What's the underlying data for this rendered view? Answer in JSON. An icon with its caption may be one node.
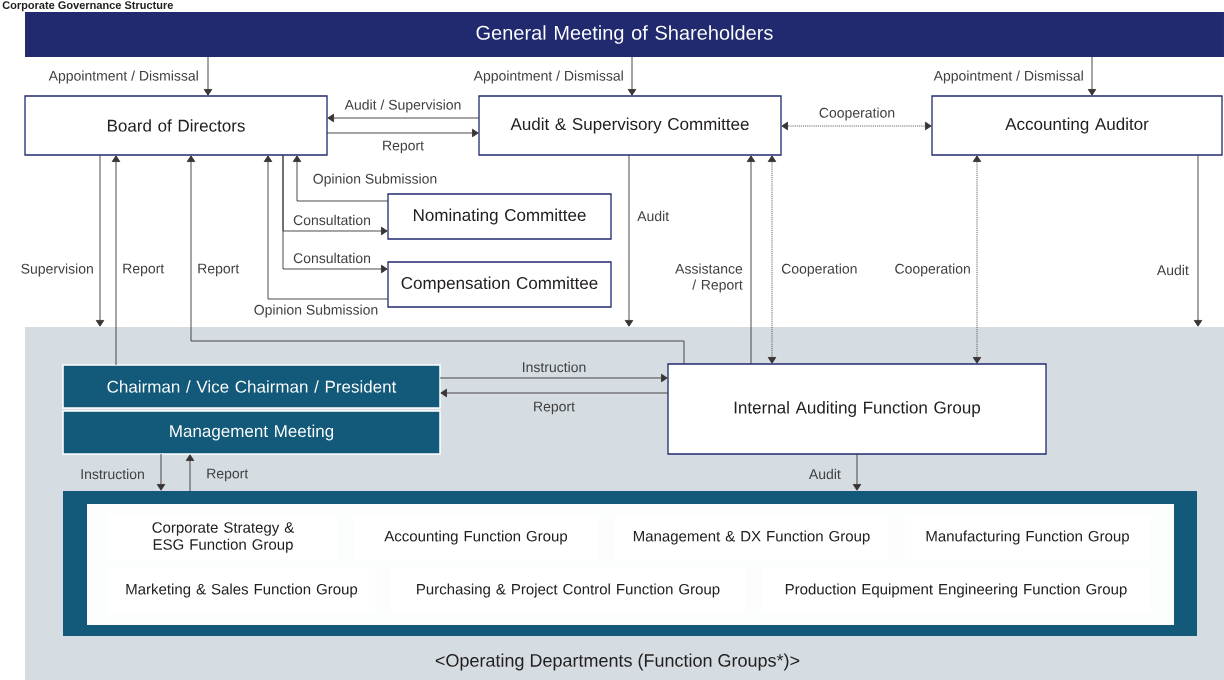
{
  "diagram": {
    "title": "Corporate Governance Structure",
    "nodes": [
      {
        "text": [
          "General Meeting of Shareholders"
        ]
      },
      {
        "text": [
          "Board of Directors"
        ]
      },
      {
        "text": [
          "Audit & Supervisory Committee"
        ]
      },
      {
        "text": [
          "Accounting Auditor"
        ]
      },
      {
        "text": [
          "Nominating Committee"
        ]
      },
      {
        "text": [
          "Compensation Committee"
        ]
      },
      {
        "text": [
          "<Operating Departments (Function Groups*)>"
        ]
      },
      {
        "text": [
          "Chairman / Vice Chairman / President"
        ],
        "in": 6
      },
      {
        "text": [
          "Management Meeting"
        ],
        "in": 6
      },
      {
        "text": [
          "Internal Auditing Function Group"
        ],
        "in": 6
      },
      {
        "text": [],
        "shape": "box",
        "in": 6
      },
      {
        "text": [
          "Corporate Strategy & ESG Function Group"
        ],
        "in": 10
      },
      {
        "text": [
          "Accounting Function Group"
        ],
        "in": 10
      },
      {
        "text": [
          "Management & DX Function Group"
        ],
        "in": 10
      },
      {
        "text": [
          "Manufacturing Function Group"
        ],
        "in": 10
      },
      {
        "text": [
          "Marketing & Sales Function Group"
        ],
        "in": 10
      },
      {
        "text": [
          "Purchasing & Project Control Function Group"
        ],
        "in": 10
      },
      {
        "text": [
          "Production Equipment Engineering Function Group"
        ],
        "in": 10
      }
    ],
    "edges": [
      {
        "from": 0,
        "to": 1,
        "arrow": "to",
        "label": "Appointment / Dismissal"
      },
      {
        "from": 0,
        "to": 2,
        "arrow": "to",
        "label": "Appointment / Dismissal"
      },
      {
        "from": 0,
        "to": 3,
        "arrow": "to",
        "label": "Appointment / Dismissal"
      },
      {
        "from": 2,
        "to": 1,
        "arrow": "to",
        "label": "Audit / Supervision"
      },
      {
        "from": 1,
        "to": 2,
        "arrow": "to",
        "label": "Report"
      },
      {
        "from": 2,
        "to": 3,
        "arrow": "both",
        "label": "Cooperation",
        "style": "dashed"
      },
      {
        "from": 1,
        "to": 4,
        "arrow": "to",
        "label": "Consultation"
      },
      {
        "from": 1,
        "to": 5,
        "arrow": "to",
        "label": "Consultation"
      },
      {
        "from": 4,
        "to": 1,
        "arrow": "to",
        "label": "Opinion Submission"
      },
      {
        "from": 5,
        "to": 1,
        "arrow": "to",
        "label": "Opinion Submission"
      },
      {
        "from": 1,
        "to": 6,
        "arrow": "to",
        "label": "Supervision"
      },
      {
        "from": 7,
        "to": 1,
        "arrow": "to",
        "label": "Report"
      },
      {
        "from": 9,
        "to": 1,
        "arrow": "to",
        "label": "Report"
      },
      {
        "from": 2,
        "to": 6,
        "arrow": "to",
        "label": "Audit"
      },
      {
        "from": 9,
        "to": 2,
        "arrow": "to",
        "label": "Assistance / Report"
      },
      {
        "from": 2,
        "to": 9,
        "arrow": "both",
        "label": "Cooperation",
        "style": "dashed"
      },
      {
        "from": 3,
        "to": 9,
        "arrow": "both",
        "label": "Cooperation",
        "style": "dashed"
      },
      {
        "from": 3,
        "to": 6,
        "arrow": "to",
        "label": "Audit"
      },
      {
        "from": 7,
        "to": 9,
        "arrow": "to",
        "label": "Instruction"
      },
      {
        "from": 9,
        "to": 7,
        "arrow": "to",
        "label": "Report"
      },
      {
        "from": 8,
        "to": 10,
        "arrow": "to",
        "label": "Instruction"
      },
      {
        "from": 10,
        "to": 8,
        "arrow": "to",
        "label": "Report"
      },
      {
        "from": 9,
        "to": 10,
        "arrow": "to",
        "label": "Audit"
      }
    ]
  }
}
